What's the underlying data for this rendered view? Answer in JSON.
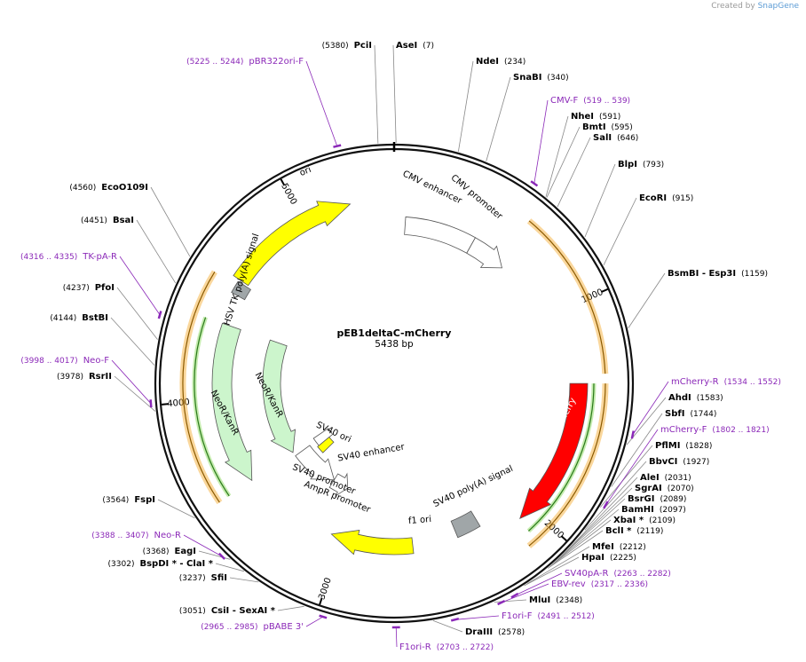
{
  "credit": {
    "prefix": "Created by",
    "brand": "SnapGene"
  },
  "plasmid": {
    "name": "pEB1deltaC-mCherry",
    "size_label": "5438 bp",
    "length": 5438
  },
  "ticks": [
    "1000",
    "2000",
    "3000",
    "4000",
    "5000"
  ],
  "colors": {
    "site": "#000000",
    "primer": "#8b29b8",
    "feature_orange": "#f5a623"
  },
  "sites": [
    {
      "name": "AseI",
      "pos": "(7)",
      "p": 7
    },
    {
      "name": "NdeI",
      "pos": "(234)",
      "p": 234
    },
    {
      "name": "SnaBI",
      "pos": "(340)",
      "p": 340
    },
    {
      "name": "NheI",
      "pos": "(591)",
      "p": 591
    },
    {
      "name": "BmtI",
      "pos": "(595)",
      "p": 595
    },
    {
      "name": "SalI",
      "pos": "(646)",
      "p": 646
    },
    {
      "name": "BlpI",
      "pos": "(793)",
      "p": 793
    },
    {
      "name": "EcoRI",
      "pos": "(915)",
      "p": 915
    },
    {
      "name": "BsmBI - Esp3I",
      "pos": "(1159)",
      "p": 1159
    },
    {
      "name": "AhdI",
      "pos": "(1583)",
      "p": 1583
    },
    {
      "name": "SbfI",
      "pos": "(1744)",
      "p": 1744
    },
    {
      "name": "PflMI",
      "pos": "(1828)",
      "p": 1828
    },
    {
      "name": "BbvCI",
      "pos": "(1927)",
      "p": 1927
    },
    {
      "name": "AleI",
      "pos": "(2031)",
      "p": 2031
    },
    {
      "name": "SgrAI",
      "pos": "(2070)",
      "p": 2070
    },
    {
      "name": "BsrGI",
      "pos": "(2089)",
      "p": 2089
    },
    {
      "name": "BamHI",
      "pos": "(2097)",
      "p": 2097
    },
    {
      "name": "XbaI *",
      "pos": "(2109)",
      "p": 2109
    },
    {
      "name": "BclI *",
      "pos": "(2119)",
      "p": 2119
    },
    {
      "name": "MfeI",
      "pos": "(2212)",
      "p": 2212
    },
    {
      "name": "HpaI",
      "pos": "(2225)",
      "p": 2225
    },
    {
      "name": "MluI",
      "pos": "(2348)",
      "p": 2348
    },
    {
      "name": "DraIII",
      "pos": "(2578)",
      "p": 2578
    },
    {
      "name": "CsiI - SexAI *",
      "pos": "(3051)",
      "p": 3051
    },
    {
      "name": "SfiI",
      "pos": "(3237)",
      "p": 3237
    },
    {
      "name": "BspDI * - ClaI *",
      "pos": "(3302)",
      "p": 3302
    },
    {
      "name": "EagI",
      "pos": "(3368)",
      "p": 3368
    },
    {
      "name": "FspI",
      "pos": "(3564)",
      "p": 3564
    },
    {
      "name": "RsrII",
      "pos": "(3978)",
      "p": 3978
    },
    {
      "name": "BstBI",
      "pos": "(4144)",
      "p": 4144
    },
    {
      "name": "PfoI",
      "pos": "(4237)",
      "p": 4237
    },
    {
      "name": "BsaI",
      "pos": "(4451)",
      "p": 4451
    },
    {
      "name": "EcoO109I",
      "pos": "(4560)",
      "p": 4560
    },
    {
      "name": "PciI",
      "pos": "(5380)",
      "p": 5380
    }
  ],
  "primers": [
    {
      "name": "CMV-F",
      "range": "(519 .. 539)",
      "p": 529
    },
    {
      "name": "mCherry-R",
      "range": "(1534 .. 1552)",
      "p": 1543
    },
    {
      "name": "mCherry-F",
      "range": "(1802 .. 1821)",
      "p": 1811
    },
    {
      "name": "SV40pA-R",
      "range": "(2263 .. 2282)",
      "p": 2272
    },
    {
      "name": "EBV-rev",
      "range": "(2317 .. 2336)",
      "p": 2326
    },
    {
      "name": "F1ori-F",
      "range": "(2491 .. 2512)",
      "p": 2501
    },
    {
      "name": "F1ori-R",
      "range": "(2703 .. 2722)",
      "p": 2712
    },
    {
      "name": "pBABE 3'",
      "range": "(2965 .. 2985)",
      "p": 2975
    },
    {
      "name": "Neo-R",
      "range": "(3388 .. 3407)",
      "p": 3397
    },
    {
      "name": "Neo-F",
      "range": "(3998 .. 4017)",
      "p": 4007
    },
    {
      "name": "TK-pA-R",
      "range": "(4316 .. 4335)",
      "p": 4325
    },
    {
      "name": "pBR322ori-F",
      "range": "(5225 .. 5244)",
      "p": 5234
    }
  ],
  "features": [
    {
      "name": "CMV enhancer",
      "start": 60,
      "end": 440,
      "dir": "none",
      "color": "#ffffff"
    },
    {
      "name": "CMV promoter",
      "start": 440,
      "end": 650,
      "dir": "fwd",
      "color": "#ffffff"
    },
    {
      "name": "mCherry",
      "start": 1360,
      "end": 2070,
      "dir": "fwd",
      "color": "#ff0000"
    },
    {
      "name": "SV40 poly(A) signal",
      "start": 2250,
      "end": 2380,
      "dir": "none",
      "color": "#a0a6a8"
    },
    {
      "name": "f1 ori",
      "start": 2620,
      "end": 3060,
      "dir": "fwd",
      "color": "#ffff00"
    },
    {
      "name": "AmpR promoter",
      "start": 3080,
      "end": 3200,
      "dir": "rev",
      "color": "#ffffff"
    },
    {
      "name": "SV40 promoter",
      "start": 3200,
      "end": 3530,
      "dir": "rev",
      "color": "#ffffff"
    },
    {
      "name": "SV40 enhancer",
      "start": 3480,
      "end": 3560,
      "dir": "none",
      "color": "#ffffff"
    },
    {
      "name": "SV40 ori",
      "start": 3410,
      "end": 3480,
      "dir": "none",
      "color": "#ffff00"
    },
    {
      "name": "NeoR/KanR",
      "start": 3560,
      "end": 4370,
      "dir": "rev",
      "color": "#ccf5cc"
    },
    {
      "name": "HSV TK poly(A) signal",
      "start": 4520,
      "end": 4580,
      "dir": "none",
      "color": "#a0a6a8"
    },
    {
      "name": "ori",
      "start": 4590,
      "end": 5230,
      "dir": "fwd",
      "color": "#ffff00"
    }
  ],
  "inner_features": [
    {
      "name": "NeoR/KanR",
      "start": 3560,
      "end": 4370,
      "dir": "rev",
      "color": "#ccf5cc"
    }
  ]
}
